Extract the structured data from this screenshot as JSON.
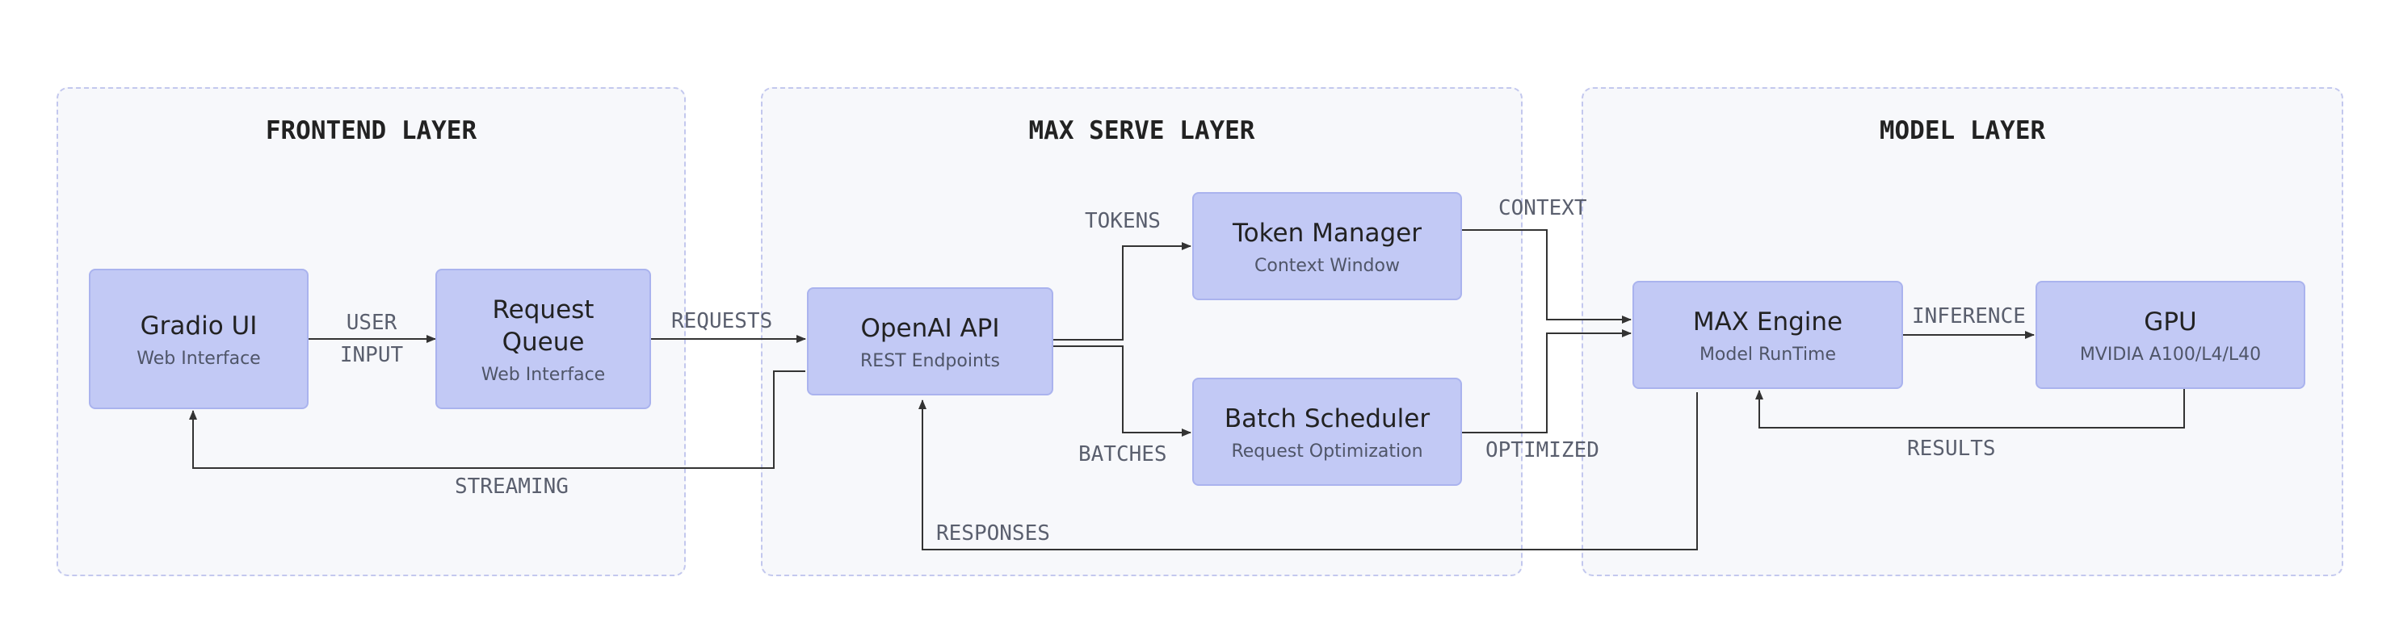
{
  "layers": [
    {
      "id": "frontend",
      "title": "FRONTEND LAYER"
    },
    {
      "id": "serve",
      "title": "MAX SERVE LAYER"
    },
    {
      "id": "model",
      "title": "MODEL LAYER"
    }
  ],
  "nodes": {
    "gradio": {
      "title": "Gradio UI",
      "subtitle": "Web Interface"
    },
    "queue": {
      "title_line1": "Request",
      "title_line2": "Queue",
      "subtitle": "Web Interface"
    },
    "openai": {
      "title": "OpenAI API",
      "subtitle": "REST Endpoints"
    },
    "token": {
      "title": "Token Manager",
      "subtitle": "Context Window"
    },
    "batch": {
      "title": "Batch Scheduler",
      "subtitle": "Request Optimization"
    },
    "engine": {
      "title": "MAX Engine",
      "subtitle": "Model RunTime"
    },
    "gpu": {
      "title": "GPU",
      "subtitle": "MVIDIA A100/L4/L40"
    }
  },
  "edge_labels": {
    "user_input_line1": "USER",
    "user_input_line2": "INPUT",
    "requests": "REQUESTS",
    "tokens": "TOKENS",
    "batches": "BATCHES",
    "context": "CONTEXT",
    "optimized": "OPTIMIZED",
    "inference": "INFERENCE",
    "results": "RESULTS",
    "streaming": "STREAMING",
    "responses": "RESPONSES"
  },
  "colors": {
    "node_fill": "#c2c9f5",
    "node_border": "#aab3ee",
    "layer_border": "#c3c8ee",
    "layer_fill": "#f7f8fb",
    "edge": "#333333"
  }
}
